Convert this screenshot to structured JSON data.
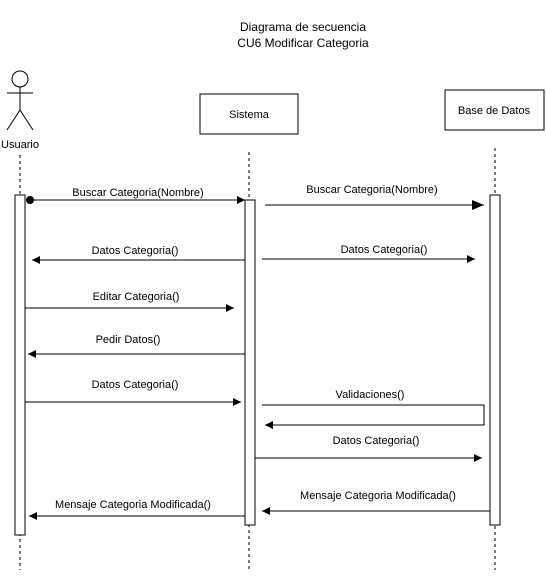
{
  "diagram": {
    "title_line1": "Diagrama de secuencia",
    "title_line2": "CU6 Modificar Categoria",
    "participants": {
      "actor": "Usuario",
      "system": "Sistema",
      "database": "Base de Datos"
    },
    "messages": [
      {
        "id": "m1",
        "label": "Buscar Categoria(Nombre)",
        "from": "Usuario",
        "to": "Sistema",
        "style": "sync"
      },
      {
        "id": "m2",
        "label": "Buscar Categoria(Nombre)",
        "from": "Sistema",
        "to": "Base de Datos",
        "style": "sync"
      },
      {
        "id": "m3",
        "label": "Datos Categoria()",
        "from": "Sistema",
        "to": "Usuario",
        "style": "return"
      },
      {
        "id": "m4",
        "label": "Datos Categoria()",
        "from": "Sistema",
        "to": "Base de Datos",
        "style": "return"
      },
      {
        "id": "m5",
        "label": "Editar Categoria()",
        "from": "Usuario",
        "to": "Sistema",
        "style": "return"
      },
      {
        "id": "m6",
        "label": "Pedir Datos()",
        "from": "Sistema",
        "to": "Usuario",
        "style": "return"
      },
      {
        "id": "m7",
        "label": "Datos Categoria()",
        "from": "Usuario",
        "to": "Sistema",
        "style": "return"
      },
      {
        "id": "m8",
        "label": "Validaciones()",
        "from": "Sistema",
        "to": "Sistema",
        "style": "self"
      },
      {
        "id": "m9",
        "label": "Datos Categoria()",
        "from": "Sistema",
        "to": "Base de Datos",
        "style": "return"
      },
      {
        "id": "m10",
        "label": "Mensaje Categoria Modificada()",
        "from": "Base de Datos",
        "to": "Sistema",
        "style": "return"
      },
      {
        "id": "m11",
        "label": "Mensaje Categoria Modificada()",
        "from": "Sistema",
        "to": "Usuario",
        "style": "return"
      }
    ]
  }
}
